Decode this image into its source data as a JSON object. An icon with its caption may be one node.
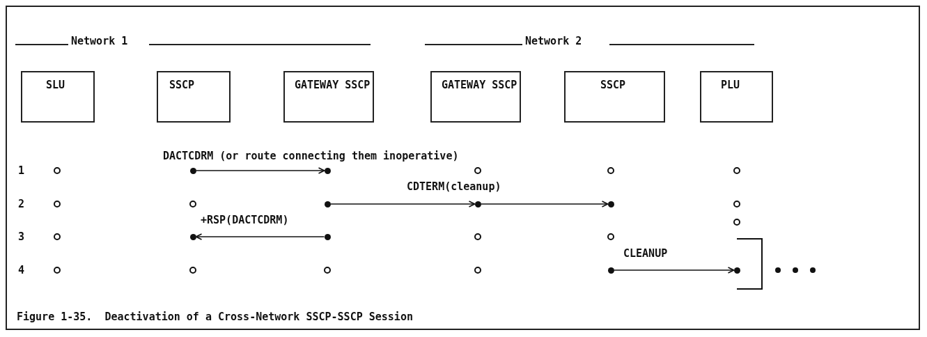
{
  "diagram": {
    "caption": "Figure 1-35.  Deactivation of a Cross-Network SSCP-SSCP Session",
    "nodes": [
      {
        "text": [
          "SLU"
        ]
      },
      {
        "text": [
          "SSCP"
        ]
      },
      {
        "text": [
          "GATEWAY SSCP"
        ]
      },
      {
        "text": [
          "GATEWAY SSCP"
        ]
      },
      {
        "text": [
          "SSCP"
        ]
      },
      {
        "text": [
          "PLU"
        ]
      },
      {
        "text": [],
        "shape": "circle"
      },
      {
        "text": [],
        "shape": "circle"
      },
      {
        "text": [],
        "shape": "circle"
      },
      {
        "text": [],
        "shape": "circle"
      },
      {
        "text": [],
        "shape": "circle"
      },
      {
        "text": [],
        "shape": "circle"
      },
      {
        "text": [],
        "shape": "circle"
      },
      {
        "text": [],
        "shape": "circle"
      },
      {
        "text": [],
        "shape": "circle"
      }
    ],
    "edges": [
      {
        "from": 6,
        "to": 7,
        "arrow": "to",
        "label": "DACTCDRM (or route connecting them inoperative)"
      },
      {
        "from": 8,
        "to": 9,
        "arrow": "to",
        "label": "CDTERM(cleanup)"
      },
      {
        "from": 9,
        "to": 10,
        "arrow": "to"
      },
      {
        "from": 12,
        "to": 11,
        "arrow": "to",
        "label": "+RSP(DACTCDRM)"
      },
      {
        "from": 13,
        "to": 14,
        "arrow": "to",
        "label": "CLEANUP"
      }
    ],
    "labels": [
      "Network 1",
      "Network 2",
      "1",
      "2",
      "3",
      "4"
    ]
  }
}
